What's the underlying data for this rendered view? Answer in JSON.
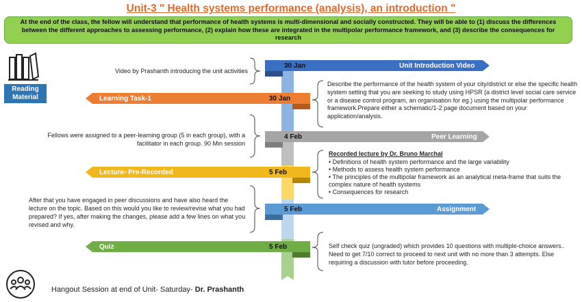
{
  "title": "Unit-3 \" Health systems performance (analysis), an introduction \"",
  "objective": "At the end of the class, the fellow will understand that performance of health systems is multi-dimensional and socially constructed. They will be able to (1) discuss the differences between the different approaches to assessing performance, (2) explain how these are integrated in the multipolar performance framework, and (3) describe the consequences for research",
  "reading_material": "Reading Material",
  "timeline": [
    {
      "label": "Unit Introduction Video",
      "date": "30 Jan",
      "color": "#3b6fc4"
    },
    {
      "label": "Learning Task-1",
      "date": "30 Jan",
      "color": "#ed7d31"
    },
    {
      "label": "Peer Learning",
      "date": "4 Feb",
      "color": "#a5a5a5"
    },
    {
      "label": "Lecture- Pre-Recorded",
      "date": "5 Feb",
      "color": "#f0b81c"
    },
    {
      "label": "Assignment",
      "date": "5 Feb",
      "color": "#5b9bd5"
    },
    {
      "label": "Quiz",
      "date": "5 Feb",
      "color": "#70ad47"
    }
  ],
  "descriptions": {
    "video": "Video by Prashanth introducing the unit activities",
    "learning_task": "Describe the performance of the health system of your city/district or else the specific health system setting that you are seeking to study using HPSR (a district level social care service or a disease control program, an organisation for eg.) using the multipolar performance framework.Prepare either a schematic/1-2 page document based on your application/analysis.",
    "peer": "Fellows were assigned to a peer-learning group (5 in each group), with a facilitator in each group. 90 Min session",
    "lecture_title": "Recorded lecture by Dr. Bruno Marchal",
    "lecture_points": [
      "Definitions of health system performance and the large variability",
      "Methods to assess health system performance",
      "The principles of the multipolar framework as an analytical meta-frame that suits the complex nature of health systems",
      "Consequences for research"
    ],
    "assignment": "After that you have engaged in peer discussions and have also heard the lecture on the topic. Based on this would you like to review/revise what you had prepared? If yes, after making the changes, please add a few lines on what you revised and why.",
    "quiz": "Self check quiz (ungraded) which provides 10 questions with multiple-choice answers.. Need to get 7/10 correct to proceed to next unit with no more than 3 attempts. Else requiring a discussion with tutor before proceeding."
  },
  "footer": {
    "text": "Hangout Session at end of Unit- Saturday-",
    "name": "Dr. Prashanth"
  }
}
